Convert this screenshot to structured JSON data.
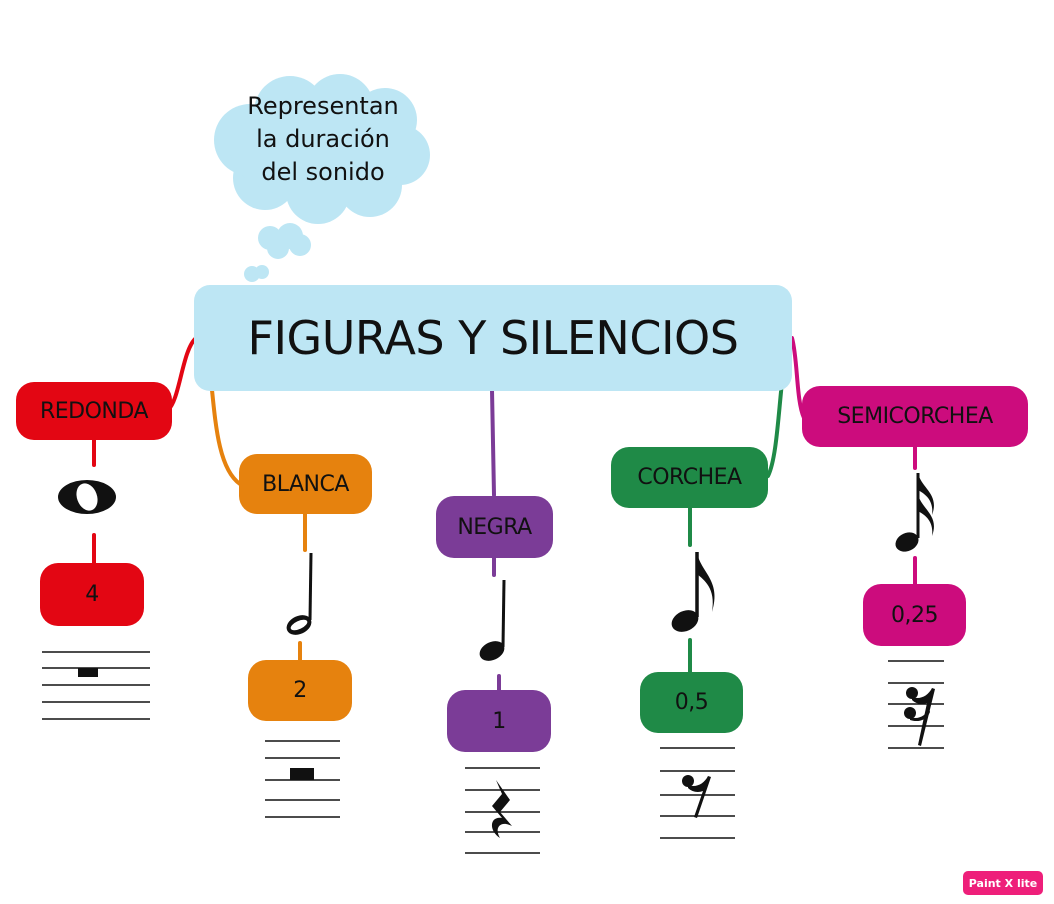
{
  "thought_cloud": {
    "lines": [
      "Representan",
      "la duración",
      "del sonido"
    ]
  },
  "title": "FIGURAS Y SILENCIOS",
  "figures": [
    {
      "id": "redonda",
      "name": "REDONDA",
      "value": "4",
      "color": "#e30613",
      "note": "whole-note",
      "rest": "whole-rest"
    },
    {
      "id": "blanca",
      "name": "BLANCA",
      "value": "2",
      "color": "#e6820e",
      "note": "half-note",
      "rest": "half-rest"
    },
    {
      "id": "negra",
      "name": "NEGRA",
      "value": "1",
      "color": "#7b3c97",
      "note": "quarter-note",
      "rest": "quarter-rest"
    },
    {
      "id": "corchea",
      "name": "CORCHEA",
      "value": "0,5",
      "color": "#1f8a47",
      "note": "eighth-note",
      "rest": "eighth-rest"
    },
    {
      "id": "semicorchea",
      "name": "SEMICORCHEA",
      "value": "0,25",
      "color": "#cc0c7d",
      "note": "sixteenth-note",
      "rest": "sixteenth-rest"
    }
  ],
  "watermark": "Paint X lite",
  "colors": {
    "title_bg": "#bde6f4",
    "cloud": "#bde6f4"
  }
}
